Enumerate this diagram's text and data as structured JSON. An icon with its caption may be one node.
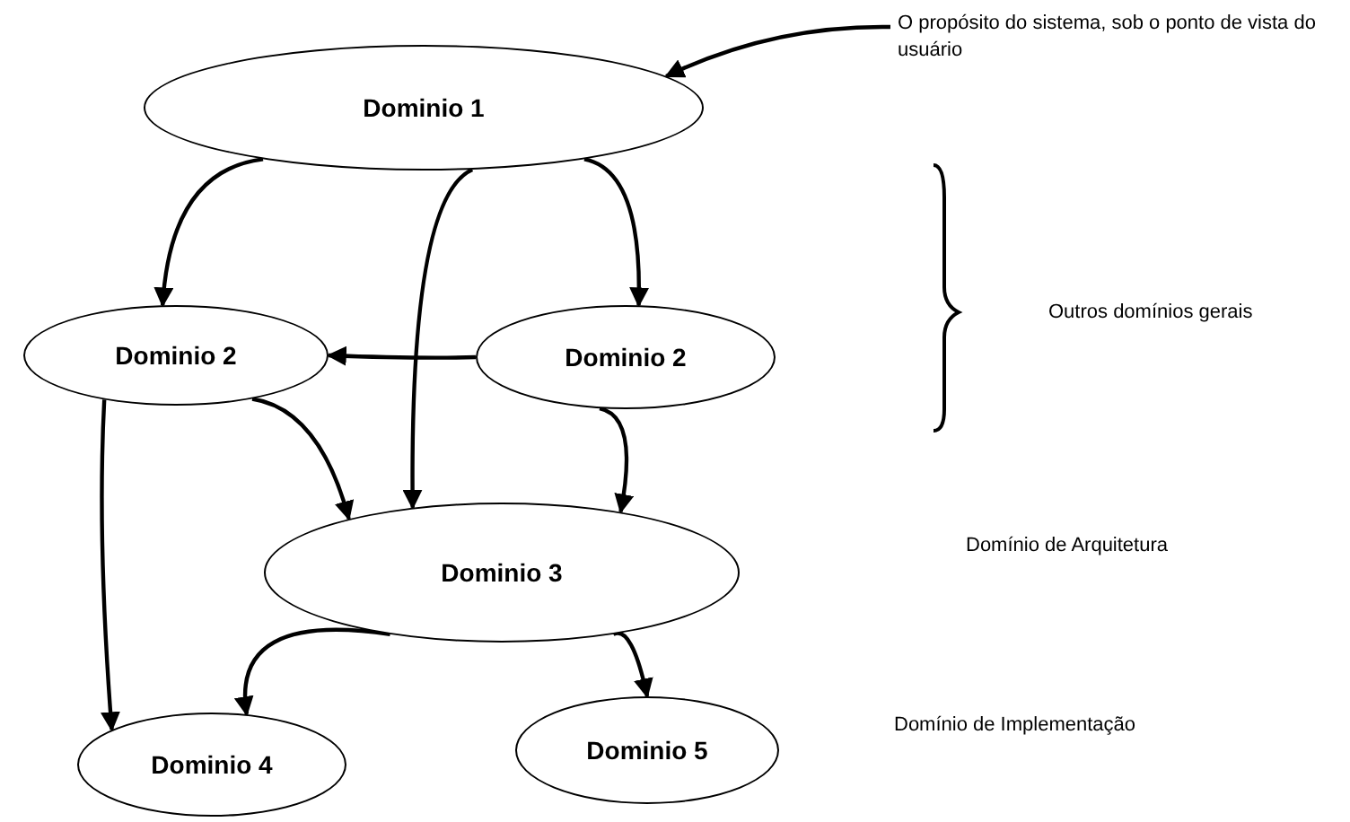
{
  "diagram": {
    "nodes": [
      {
        "text": [
          "Dominio 1"
        ]
      },
      {
        "text": [
          "Dominio 2"
        ]
      },
      {
        "text": [
          "Dominio 2"
        ]
      },
      {
        "text": [
          "Dominio 3"
        ]
      },
      {
        "text": [
          "Dominio 4"
        ]
      },
      {
        "text": [
          "Dominio 5"
        ]
      },
      {
        "text": [
          "O propósito do sistema, sob o ponto de vista do usuário"
        ]
      }
    ],
    "edges": [
      {
        "from": 0,
        "to": 1,
        "arrow": "to"
      },
      {
        "from": 0,
        "to": 2,
        "arrow": "to"
      },
      {
        "from": 0,
        "to": 3,
        "arrow": "to"
      },
      {
        "from": 2,
        "to": 1,
        "arrow": "to"
      },
      {
        "from": 1,
        "to": 3,
        "arrow": "to"
      },
      {
        "from": 2,
        "to": 3,
        "arrow": "to"
      },
      {
        "from": 1,
        "to": 4,
        "arrow": "to"
      },
      {
        "from": 3,
        "to": 4,
        "arrow": "to"
      },
      {
        "from": 3,
        "to": 5,
        "arrow": "to"
      },
      {
        "from": 6,
        "to": 0,
        "arrow": "to"
      }
    ],
    "labels": [
      "Outros domínios gerais",
      "Domínio de Arquitetura",
      "Domínio de Implementação"
    ]
  }
}
